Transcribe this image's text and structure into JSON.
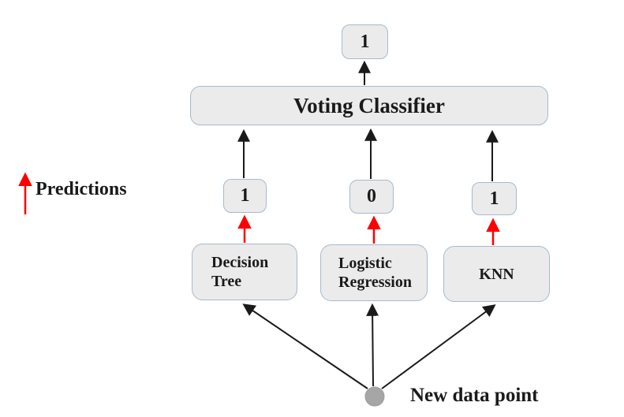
{
  "diagram": {
    "final_prediction": "1",
    "voting_classifier_label": "Voting Classifier",
    "individual_predictions": [
      "1",
      "0",
      "1"
    ],
    "classifiers": [
      "Decision Tree",
      "Logistic Regression",
      "KNN"
    ],
    "predictions_legend": "Predictions",
    "new_data_point_label": "New data point"
  },
  "colors": {
    "box_fill": "#ebebeb",
    "box_border": "#a4bbce",
    "arrow_black": "#1a1a1a",
    "arrow_red": "#fe0000",
    "data_point_gray": "#a6a6a6"
  }
}
